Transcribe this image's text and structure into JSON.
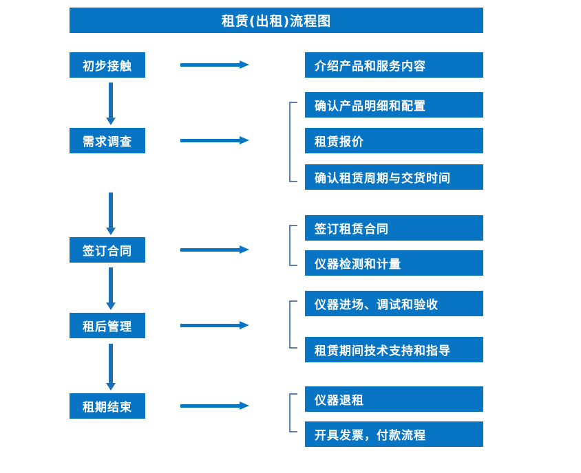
{
  "diagram": {
    "title": "租赁(出租)流程图",
    "accent_color": "#0874c4",
    "bracket_color": "#5b7fa6",
    "arrow_color": "#1a6fb5",
    "stages": [
      {
        "label": "初步接触"
      },
      {
        "label": "需求调查"
      },
      {
        "label": "签订合同"
      },
      {
        "label": "租后管理"
      },
      {
        "label": "租期结束"
      }
    ],
    "details": [
      {
        "label": "介绍产品和服务内容"
      },
      {
        "label": "确认产品明细和配置"
      },
      {
        "label": "租赁报价"
      },
      {
        "label": "确认租赁周期与交货时间"
      },
      {
        "label": "签订租赁合同"
      },
      {
        "label": "仪器检测和计量"
      },
      {
        "label": "仪器进场、调试和验收"
      },
      {
        "label": "租赁期间技术支持和指导"
      },
      {
        "label": "仪器退租"
      },
      {
        "label": "开具发票，付款流程"
      }
    ]
  }
}
